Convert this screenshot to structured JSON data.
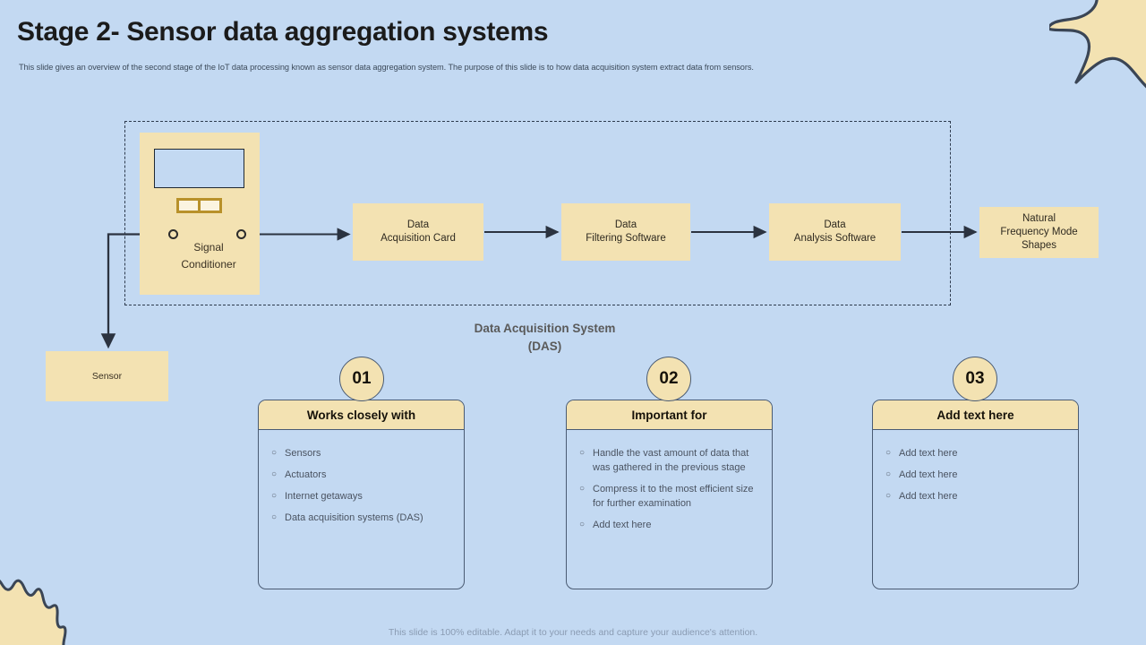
{
  "slide": {
    "title": "Stage 2- Sensor data aggregation systems",
    "subtitle": "This slide gives an overview of the second stage of the IoT  data processing known as sensor data aggregation system. The purpose of this slide is to how data acquisition system extract data from sensors.",
    "footer": "This slide is 100% editable. Adapt it to your needs and capture your audience's attention."
  },
  "colors": {
    "background": "#c3d9f2",
    "accent_cream": "#f3e2b2",
    "gold": "#b8912a",
    "line": "#2e3b4e",
    "title_text": "#1b1b1b",
    "muted_text": "#5a5a5a",
    "footer_text": "#8a9bb2"
  },
  "diagram": {
    "boundary_label": "Data Acquisition  System\n(DAS)",
    "boundary_label_line1": "Data Acquisition  System",
    "boundary_label_line2": "(DAS)",
    "device": {
      "label_line1": "Signal",
      "label_line2": "Conditioner",
      "screen_icon": "display-screen",
      "button_icon": "double-button-panel",
      "port_left_icon": "input-port-icon",
      "port_right_icon": "output-port-icon"
    },
    "sensor": {
      "label": "Sensor"
    },
    "flow": [
      {
        "id": "data-acquisition-card",
        "line1": "Data",
        "line2": "Acquisition Card"
      },
      {
        "id": "data-filtering-software",
        "line1": "Data",
        "line2": "Filtering Software"
      },
      {
        "id": "data-analysis-software",
        "line1": "Data",
        "line2": "Analysis Software"
      },
      {
        "id": "natural-frequency-mode-shapes",
        "line1": "Natural",
        "line2": "Frequency Mode",
        "line3": "Shapes"
      }
    ]
  },
  "cards": [
    {
      "number": "01",
      "title": "Works closely with",
      "bullets": [
        "Sensors",
        "Actuators",
        "Internet getaways",
        "Data acquisition systems (DAS)"
      ]
    },
    {
      "number": "02",
      "title": "Important for",
      "bullets": [
        "Handle the vast amount of data that was gathered in the previous  stage",
        "Compress it to the most efficient size for further examination",
        "Add text here"
      ]
    },
    {
      "number": "03",
      "title": "Add text here",
      "bullets": [
        "Add text here",
        "Add text here",
        "Add text here"
      ]
    }
  ],
  "bullet_marker": "○"
}
